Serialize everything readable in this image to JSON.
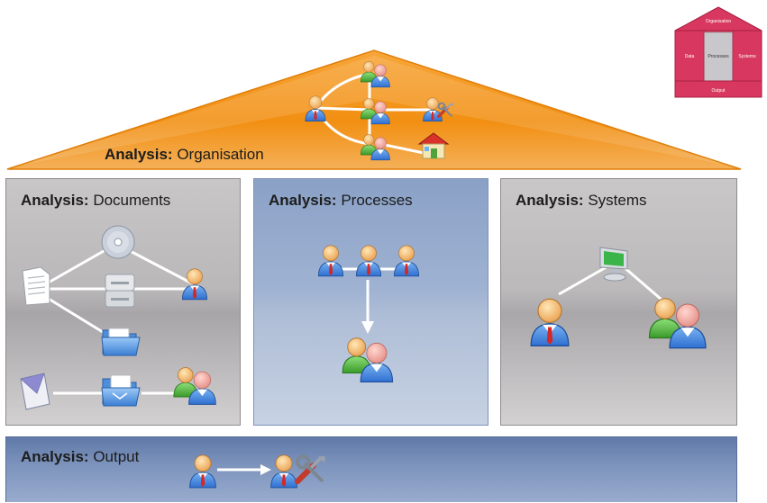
{
  "organisation": {
    "bold": "Analysis:",
    "rest": " Organisation"
  },
  "documents": {
    "bold": "Analysis:",
    "rest": " Documents"
  },
  "processes": {
    "bold": "Analysis:",
    "rest": " Processes"
  },
  "systems": {
    "bold": "Analysis:",
    "rest": " Systems"
  },
  "output": {
    "bold": "Analysis:",
    "rest": " Output"
  },
  "thumbnail": {
    "top": "Organisation",
    "left": "Data",
    "center": "Processes",
    "right": "Systems",
    "bottom": "Output"
  },
  "colors": {
    "roof": "#f59a1f",
    "processes_panel": "#9fb2d2",
    "output_panel": "#7b92bb",
    "thumbnail": "#d8385f"
  },
  "icons": [
    "person-icon",
    "group-icon",
    "person-with-tools-icon",
    "house-icon",
    "cd-icon",
    "document-icon",
    "disk-drive-icon",
    "folder-icon",
    "mail-icon",
    "mail-folder-icon",
    "monitor-icon"
  ]
}
